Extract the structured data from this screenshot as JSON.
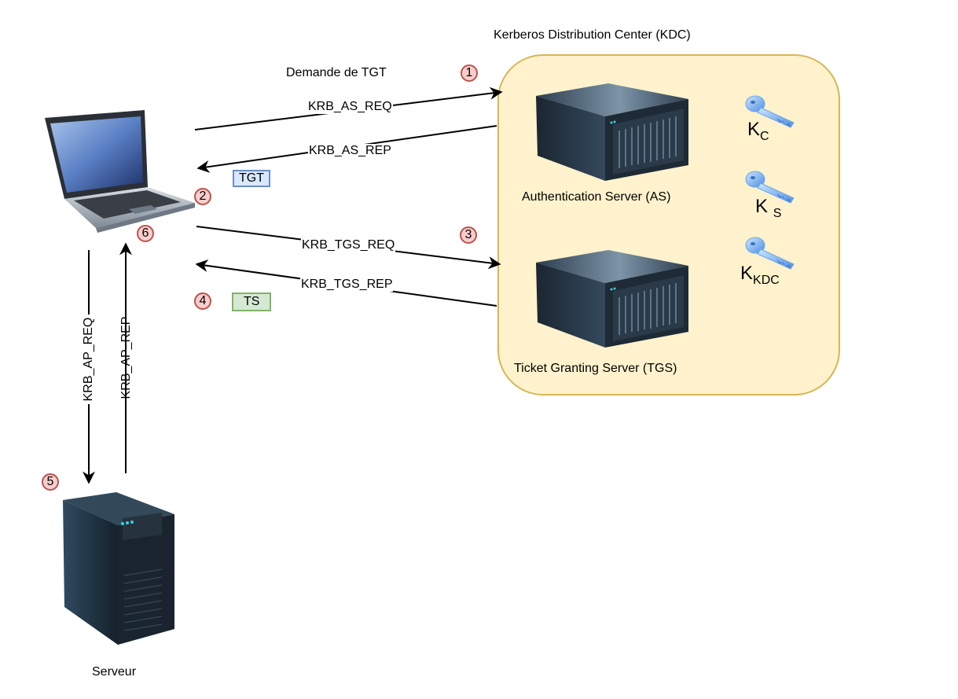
{
  "diagram": {
    "kdc": {
      "title": "Kerberos Distribution Center (KDC)",
      "fill": "#fff2cc",
      "stroke": "#d6b656",
      "as_label": "Authentication Server (AS)",
      "tgs_label": "Ticket Granting Server (TGS)",
      "keys": [
        {
          "main": "K",
          "sub": "C"
        },
        {
          "main": "K",
          "sub": "S"
        },
        {
          "main": "K",
          "sub": "KDC"
        }
      ]
    },
    "client": {
      "icon": "laptop-icon"
    },
    "server": {
      "label": "Serveur",
      "icon": "tower-server-icon"
    },
    "caption_tgt_request": "Demande de TGT",
    "messages": {
      "as_req": "KRB_AS_REQ",
      "as_rep": "KRB_AS_REP",
      "tgs_req": "KRB_TGS_REQ",
      "tgs_rep": "KRB_TGS_REP",
      "ap_req": "KRB_AP_REQ",
      "ap_rep": "KRB_AP_REP"
    },
    "tickets": {
      "tgt": "TGT",
      "ts": "TS"
    },
    "steps": [
      "1",
      "2",
      "3",
      "4",
      "5",
      "6"
    ],
    "colors": {
      "badge_fill": "#f8cecc",
      "badge_stroke": "#b85450",
      "tgt_fill": "#dae8fc",
      "tgt_stroke": "#6c8ebf",
      "ts_fill": "#d5e8d4",
      "ts_stroke": "#82b366"
    }
  }
}
